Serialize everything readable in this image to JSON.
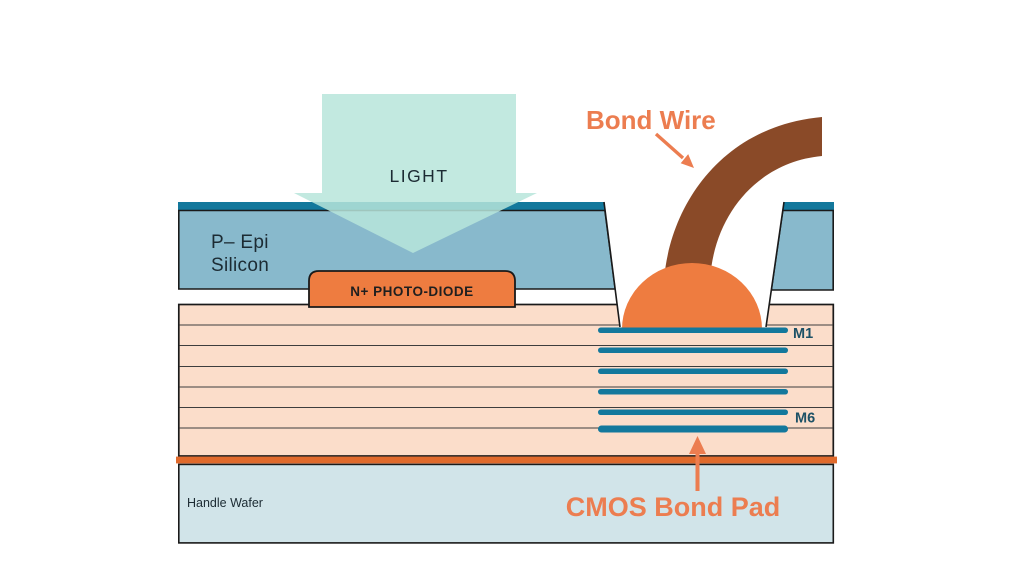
{
  "labels": {
    "light": "LIGHT",
    "bond_wire": "Bond Wire",
    "epi_line1": "P– Epi",
    "epi_line2": "Silicon",
    "photodiode": "N+ PHOTO-DIODE",
    "m1": "M1",
    "m6": "M6",
    "cmos_bond_pad": "CMOS Bond Pad",
    "handle_wafer": "Handle Wafer"
  },
  "colors": {
    "light_beam": "#b7e5da",
    "epi_silicon": "#88b9cc",
    "arc_cap": "#13789c",
    "metal": "#13789c",
    "dielectric": "#fbddca",
    "photodiode": "#ee7c40",
    "bond_ball": "#ee7c40",
    "bond_wire": "#8a4a28",
    "bond_layer": "#e06a2c",
    "handle_wafer": "#d1e4e9",
    "label_orange": "#ec7d50",
    "text_dark": "#1c2b33",
    "metal_label": "#1d5166",
    "outline": "#1a1a1a"
  }
}
